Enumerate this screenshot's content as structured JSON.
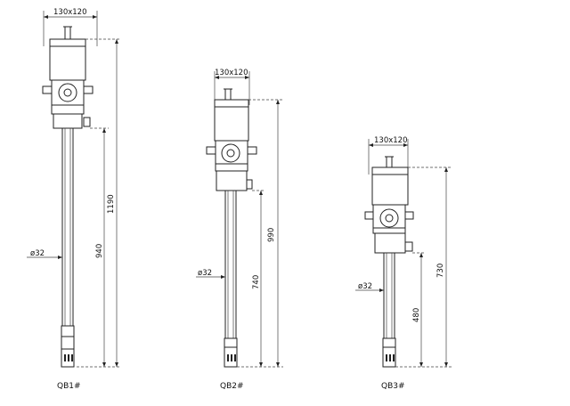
{
  "pumps": [
    {
      "model": "QB1#",
      "head_size": "130x120",
      "diameter": "ø32",
      "total_length": "1190",
      "tube_length": "940"
    },
    {
      "model": "QB2#",
      "head_size": "130x120",
      "diameter": "ø32",
      "total_length": "990",
      "tube_length": "740"
    },
    {
      "model": "QB3#",
      "head_size": "130x120",
      "diameter": "ø32",
      "total_length": "730",
      "tube_length": "480"
    }
  ]
}
